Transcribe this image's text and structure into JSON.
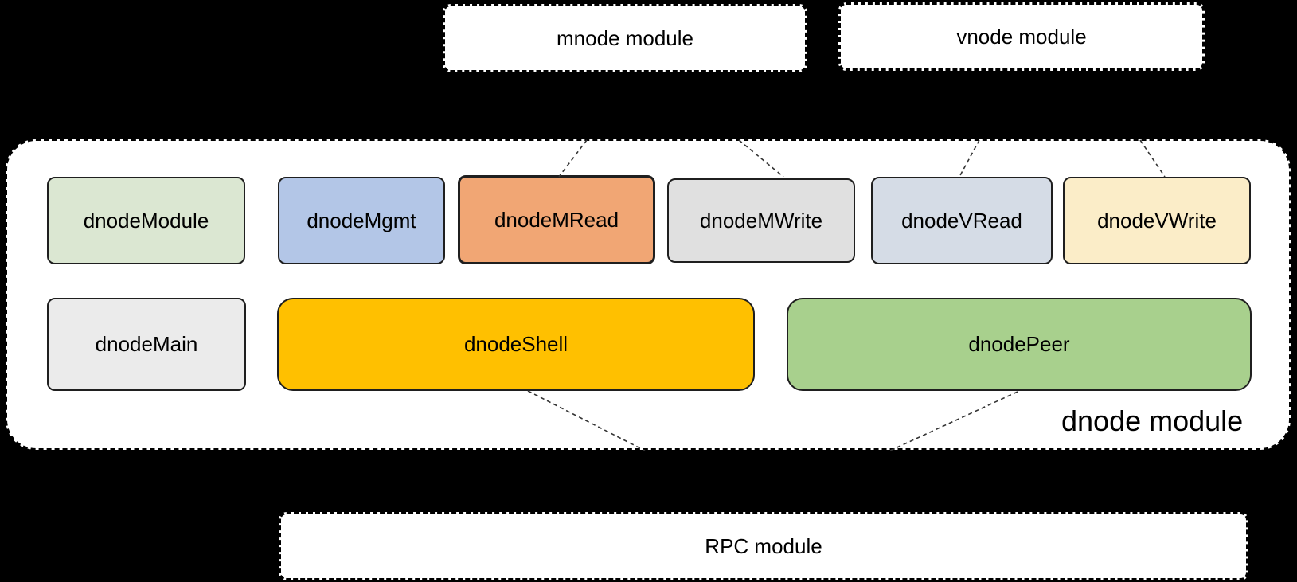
{
  "diagram": {
    "top_modules": [
      {
        "id": "mnode",
        "label": "mnode module"
      },
      {
        "id": "vnode",
        "label": "vnode module"
      }
    ],
    "dnode": {
      "label": "dnode module",
      "row1": [
        {
          "label": "dnodeModule",
          "color": "#dbe7d2"
        },
        {
          "label": "dnodeMgmt",
          "color": "#b3c6e7"
        },
        {
          "label": "dnodeMRead",
          "color": "#f1a674"
        },
        {
          "label": "dnodeMWrite",
          "color": "#e0e0e0"
        },
        {
          "label": "dnodeVRead",
          "color": "#d5dce6"
        },
        {
          "label": "dnodeVWrite",
          "color": "#fbedc8"
        }
      ],
      "row2": [
        {
          "label": "dnodeMain",
          "color": "#ebebeb"
        },
        {
          "label": "dnodeShell",
          "color": "#ffc000"
        },
        {
          "label": "dnodePeer",
          "color": "#a8d08d"
        }
      ]
    },
    "bottom_module": {
      "label": "RPC module"
    },
    "connectors": [
      {
        "from": "mnode module",
        "to": "dnodeMRead"
      },
      {
        "from": "mnode module",
        "to": "dnodeMWrite"
      },
      {
        "from": "vnode module",
        "to": "dnodeVRead"
      },
      {
        "from": "vnode module",
        "to": "dnodeVWrite"
      },
      {
        "from": "dnodeShell",
        "to": "RPC module"
      },
      {
        "from": "dnodePeer",
        "to": "RPC module"
      }
    ],
    "colors": {
      "background": "#000000",
      "module_fill": "#ffffff",
      "box_border": "#1f1f1f",
      "connector": "#333333",
      "text": "#000000"
    }
  }
}
